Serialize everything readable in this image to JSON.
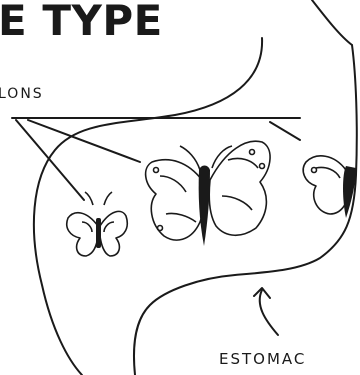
{
  "title": "E TYPE",
  "labels": {
    "top": "LONS",
    "bottom": "ESTOMAC"
  },
  "icons": [
    "butterfly-icon",
    "butterfly-icon",
    "butterfly-icon"
  ],
  "colors": {
    "ink": "#1a1a1a",
    "paper": "#ffffff"
  }
}
